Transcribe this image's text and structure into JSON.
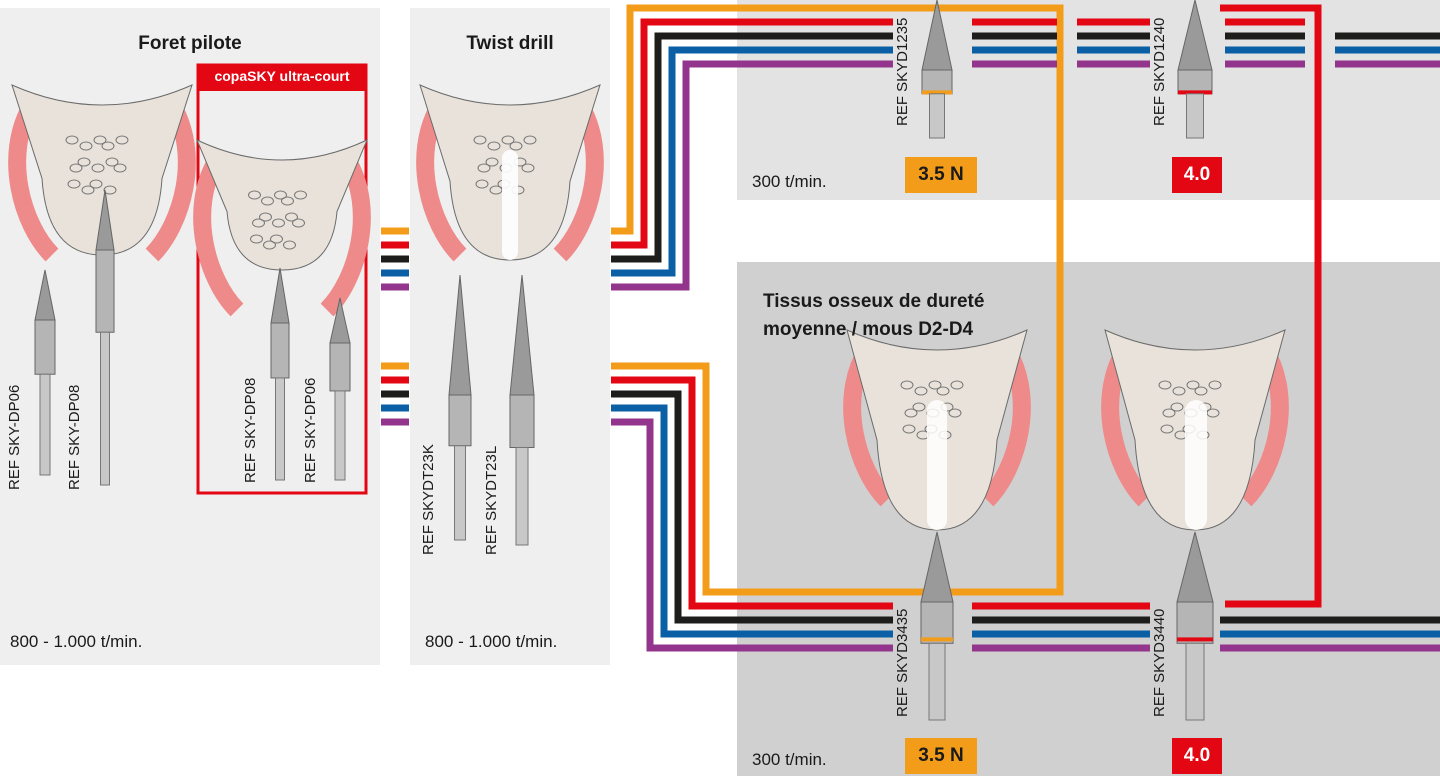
{
  "colors": {
    "panel_light": "#efefef",
    "panel_mid": "#e3e3e3",
    "panel_dark": "#d0d0d0",
    "orange": "#f39c1a",
    "red": "#e30613",
    "black": "#1d1d1b",
    "blue": "#0b5fa5",
    "purple": "#93358d",
    "bone": "#e8e2da",
    "gum": "#ee8a8a"
  },
  "panels": {
    "foret_pilote": {
      "title": "Foret pilote",
      "speed": "800 - 1.000 t/min.",
      "refs": [
        "REF SKY-DP06",
        "REF SKY-DP08"
      ],
      "ultra_court": {
        "label": "copaSKY ultra-court",
        "refs": [
          "REF SKY-DP08",
          "REF SKY-DP06"
        ]
      }
    },
    "twist_drill": {
      "title": "Twist drill",
      "speed": "800 - 1.000 t/min.",
      "refs": [
        "REF SKYDT23K",
        "REF SKYDT23L"
      ]
    },
    "hard_bone": {
      "speed": "300 t/min.",
      "refs": [
        "REF SKYD1235",
        "REF SKYD1240"
      ],
      "badges": [
        "3.5 N",
        "4.0"
      ]
    },
    "soft_bone": {
      "title_line1": "Tissus osseux de dureté",
      "title_line2": "moyenne / mous D2-D4",
      "speed": "300 t/min.",
      "refs": [
        "REF SKYD3435",
        "REF SKYD3440"
      ],
      "badges": [
        "3.5 N",
        "4.0"
      ]
    }
  },
  "icons": [
    "bone-cross-section-icon",
    "drill-icon"
  ]
}
